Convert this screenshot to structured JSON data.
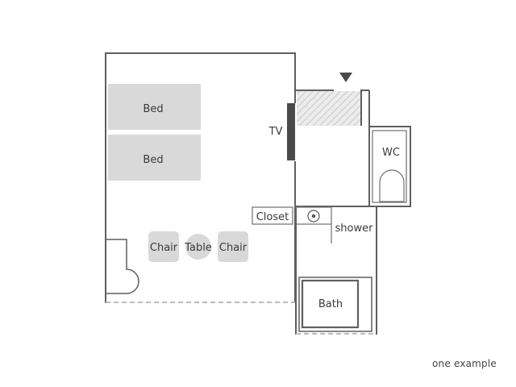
{
  "labels": {
    "bed_1": "Bed",
    "bed_2": "Bed",
    "tv": "TV",
    "wc": "WC",
    "closet": "Closet",
    "shower": "shower",
    "chair_left": "Chair",
    "table": "Table",
    "chair_right": "Chair",
    "bath": "Bath"
  },
  "caption": "one example",
  "colors": {
    "wall": "#5f5f5f",
    "furniture": "#d9d9d9",
    "tv_panel": "#4a4a4a",
    "entrance_hatch": "#d6d6d6",
    "text": "#3a3a3a"
  },
  "icons": {
    "entrance_marker": "down-triangle-icon",
    "sink": "sink-icon"
  }
}
